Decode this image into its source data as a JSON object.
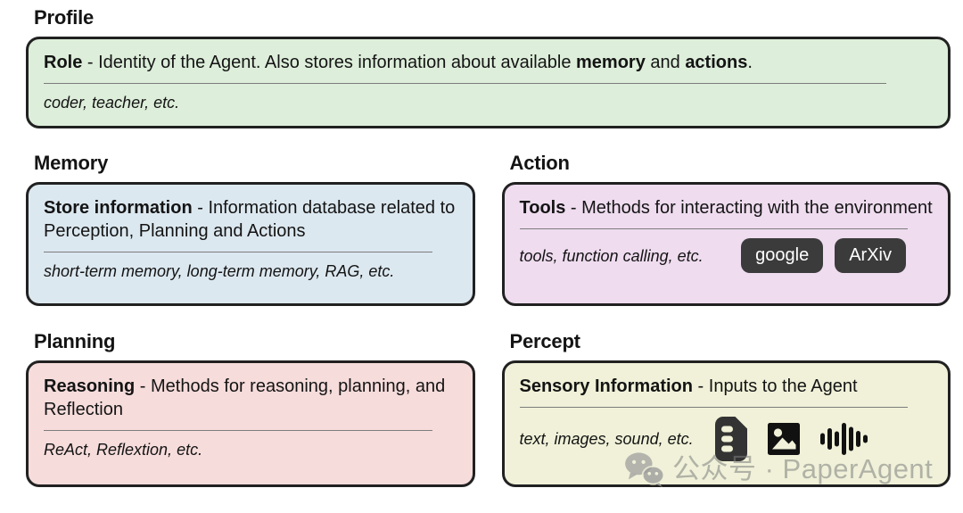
{
  "sections": {
    "profile": {
      "heading": "Profile",
      "body": [
        "Role",
        " - Identity of the Agent. Also stores information about available ",
        "memory",
        " and ",
        "actions",
        "."
      ],
      "examples": "coder, teacher, etc.",
      "bg": "#ddeeda"
    },
    "memory": {
      "heading": "Memory",
      "term": "Store information",
      "description": " - Information database related to Perception, Planning and Actions",
      "examples": "short-term memory, long-term memory, RAG, etc.",
      "bg": "#dce8f0"
    },
    "action": {
      "heading": "Action",
      "term": "Tools",
      "description": " - Methods for interacting with the environment",
      "examples": "tools, function calling, etc.",
      "badges": [
        "google",
        "ArXiv"
      ],
      "bg": "#efdcef"
    },
    "planning": {
      "heading": "Planning",
      "term": "Reasoning",
      "description": " - Methods for reasoning, planning, and Reflection",
      "examples": "ReAct, Reflextion, etc.",
      "bg": "#f6dcdb"
    },
    "percept": {
      "heading": "Percept",
      "term": "Sensory Information",
      "description": " - Inputs to the Agent",
      "examples": "text, images, sound, etc.",
      "icons": [
        "note-icon",
        "image-icon",
        "audio-waveform-icon"
      ],
      "bg": "#f0f1d8"
    }
  },
  "watermark": {
    "icon": "wechat-icon",
    "text": "公众号 · PaperAgent"
  },
  "colors": {
    "page_bg": "#ffffff",
    "card_border": "#212121",
    "divider": "#7d7d7d",
    "text": "#141414",
    "badge_bg": "#3b3b3b",
    "badge_text": "#ffffff",
    "note_icon": "#333333",
    "black_icon": "#111111",
    "watermark_gray": "#9d9d9d"
  }
}
